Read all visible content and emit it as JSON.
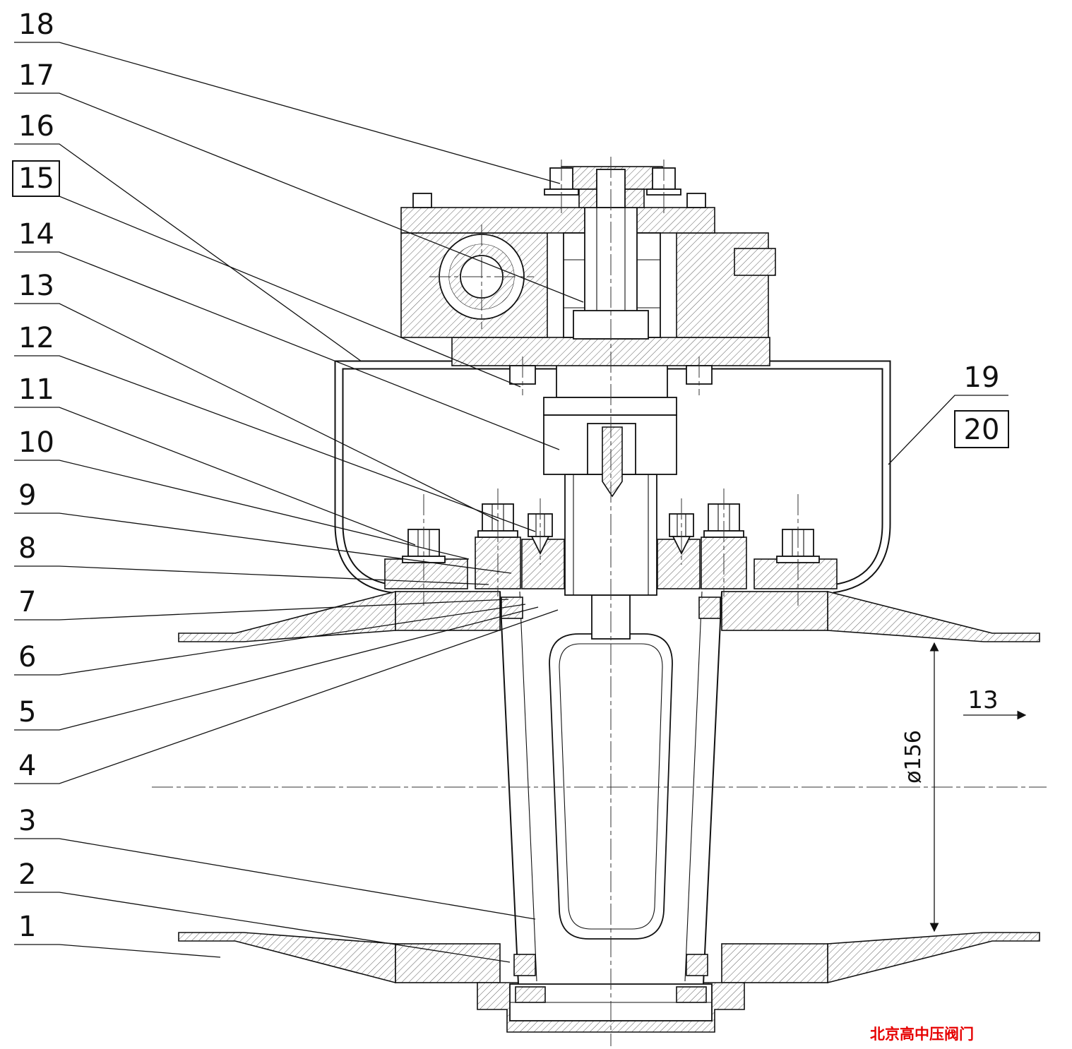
{
  "drawing": {
    "callouts_left": [
      {
        "label": "18",
        "boxed": false
      },
      {
        "label": "17",
        "boxed": false
      },
      {
        "label": "16",
        "boxed": false
      },
      {
        "label": "15",
        "boxed": true
      },
      {
        "label": "14",
        "boxed": false
      },
      {
        "label": "13",
        "boxed": false
      },
      {
        "label": "12",
        "boxed": false
      },
      {
        "label": "11",
        "boxed": false
      },
      {
        "label": "10",
        "boxed": false
      },
      {
        "label": "9",
        "boxed": false
      },
      {
        "label": "8",
        "boxed": false
      },
      {
        "label": "7",
        "boxed": false
      },
      {
        "label": "6",
        "boxed": false
      },
      {
        "label": "5",
        "boxed": false
      },
      {
        "label": "4",
        "boxed": false
      },
      {
        "label": "3",
        "boxed": false
      },
      {
        "label": "2",
        "boxed": false
      },
      {
        "label": "1",
        "boxed": false
      }
    ],
    "callouts_right": [
      {
        "label": "19",
        "boxed": false
      },
      {
        "label": "20",
        "boxed": true
      }
    ],
    "dimensions": {
      "bore_diameter": "ø156",
      "right_callout": "13"
    },
    "stamp": {
      "text": "北京高中压阀门",
      "color": "#e60000"
    }
  }
}
